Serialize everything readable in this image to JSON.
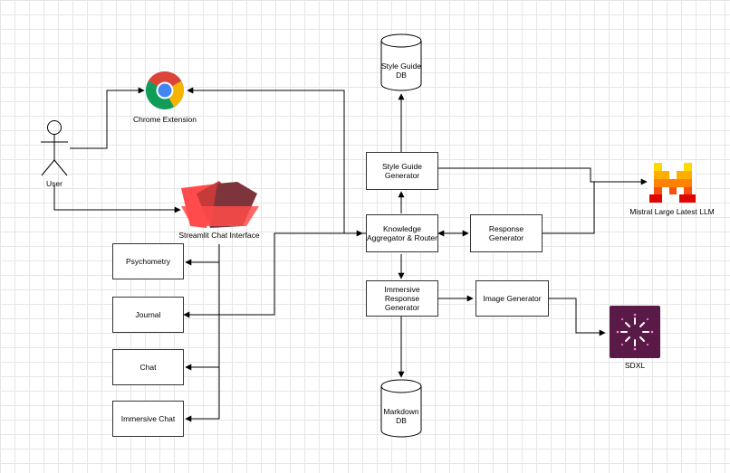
{
  "diagram": {
    "user_label": "User",
    "chrome_label": "Chrome Extension",
    "streamlit_label": "Streamlit Chat Interface",
    "psychometry": "Psychometry",
    "journal": "Journal",
    "chat": "Chat",
    "immersive_chat": "Immersive Chat",
    "style_guide_db": [
      "Style Guide",
      "DB"
    ],
    "style_guide_generator": [
      "Style Guide",
      "Generator"
    ],
    "knowledge_router": [
      "Knowledge",
      "Aggregator & Router"
    ],
    "response_generator": "Response Generator",
    "immersive_response_generator": [
      "Immersive Response",
      "Generator"
    ],
    "image_generator": "Image Generator",
    "markdown_db": [
      "Markdown",
      "DB"
    ],
    "mistral_label": "Mistral Large Latest LLM",
    "sdxl_label": "SDXL"
  },
  "colors": {
    "line": "#000000",
    "box_border": "#333333",
    "grid": "#e6e6e6",
    "chrome_red": "#db4437",
    "chrome_yellow": "#f4b400",
    "chrome_green": "#0f9d58",
    "chrome_blue": "#4285f4",
    "streamlit_light": "#ff4b4b",
    "streamlit_mid": "#c73a3a",
    "streamlit_dark": "#7d353b",
    "mistral_yellow": "#ffd800",
    "mistral_orange": "#ff8205",
    "mistral_red": "#e10500",
    "mistral_black": "#000000",
    "sdxl_bg": "#5a1a47"
  },
  "icons": [
    "user-stick-figure-icon",
    "chrome-icon",
    "streamlit-boat-icon",
    "mistral-logo-icon",
    "sdxl-logo-icon",
    "database-cylinder-icon"
  ]
}
